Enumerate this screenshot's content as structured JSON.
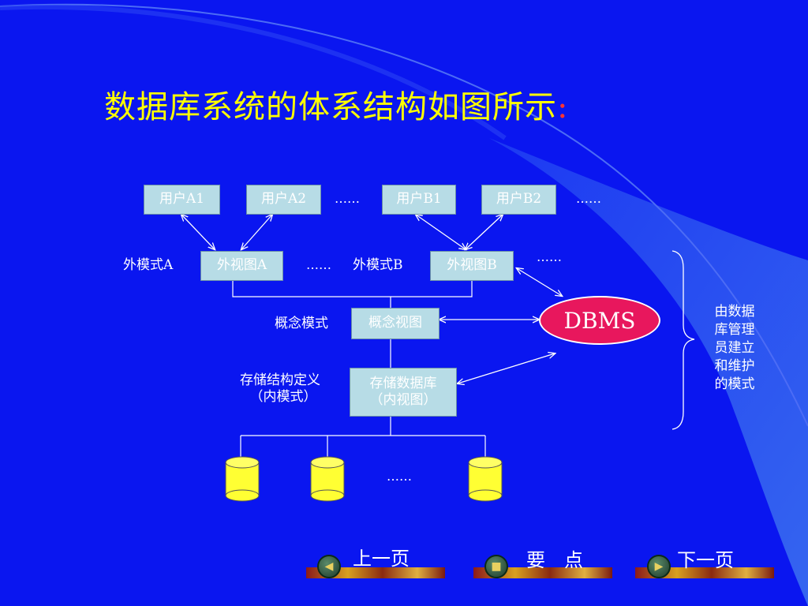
{
  "title": {
    "text": "数据库系统的体系结构如图所示",
    "colon": ":"
  },
  "users": [
    {
      "label": "用户A1"
    },
    {
      "label": "用户A2"
    },
    {
      "label": "用户B1"
    },
    {
      "label": "用户B2"
    }
  ],
  "ellipsis": "……",
  "external": {
    "schema_a_label": "外模式A",
    "view_a": "外视图A",
    "schema_b_label": "外模式B",
    "view_b": "外视图B"
  },
  "conceptual": {
    "label": "概念模式",
    "view": "概念视图"
  },
  "storage": {
    "label_line1": "存储结构定义",
    "label_line2": "（内模式）",
    "box_line1": "存储数据库",
    "box_line2": "（内视图）"
  },
  "dbms": "DBMS",
  "side_note": [
    "由数据",
    "库管理",
    "员建立",
    "和维护",
    "的模式"
  ],
  "nav": {
    "prev": "上一页",
    "key_points": "要　点",
    "next": "下一页"
  },
  "colors": {
    "background": "#0A16F0",
    "title": "#FFFF00",
    "box": "#B7DCE6",
    "dbms": "#E8175D",
    "cylinder": "#FFFF33"
  }
}
